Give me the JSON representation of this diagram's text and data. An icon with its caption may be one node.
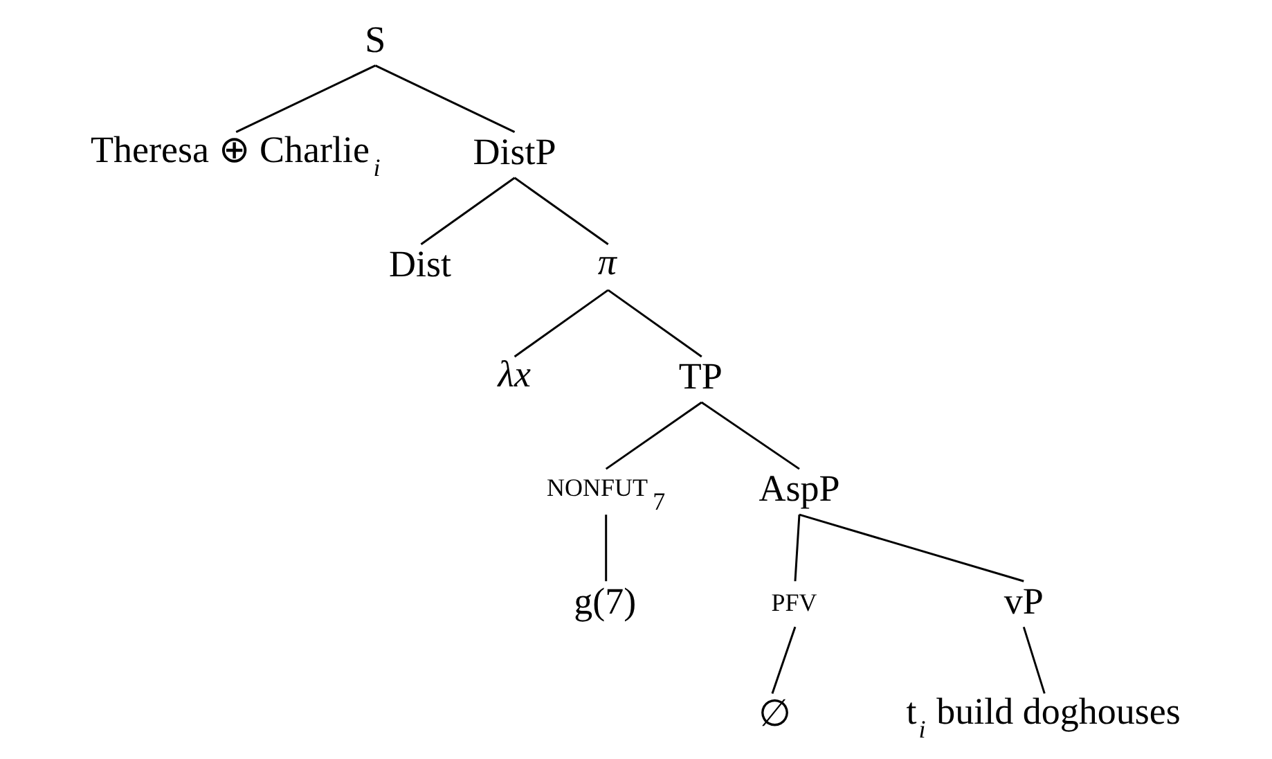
{
  "diagram": {
    "nodes": [
      {
        "text": [
          "S"
        ]
      },
      {
        "text": [
          "Theresa ⊕ Charlie$_{i}$"
        ]
      },
      {
        "text": [
          "DistP"
        ]
      },
      {
        "text": [
          "Dist"
        ]
      },
      {
        "text": [
          "π"
        ]
      },
      {
        "text": [
          "λx"
        ]
      },
      {
        "text": [
          "TP"
        ]
      },
      {
        "text": [
          "NONFUT$_{7}$"
        ]
      },
      {
        "text": [
          "g(7)"
        ]
      },
      {
        "text": [
          "AspP"
        ]
      },
      {
        "text": [
          "PFV"
        ]
      },
      {
        "text": [
          "∅"
        ]
      },
      {
        "text": [
          "vP"
        ]
      },
      {
        "text": [
          "t$_{i}$ build doghouses"
        ]
      }
    ],
    "edges": [
      {
        "from": 0,
        "to": 1,
        "arrow": "none"
      },
      {
        "from": 0,
        "to": 2,
        "arrow": "none"
      },
      {
        "from": 2,
        "to": 3,
        "arrow": "none"
      },
      {
        "from": 2,
        "to": 4,
        "arrow": "none"
      },
      {
        "from": 4,
        "to": 5,
        "arrow": "none"
      },
      {
        "from": 4,
        "to": 6,
        "arrow": "none"
      },
      {
        "from": 6,
        "to": 7,
        "arrow": "none"
      },
      {
        "from": 6,
        "to": 9,
        "arrow": "none"
      },
      {
        "from": 7,
        "to": 8,
        "arrow": "none"
      },
      {
        "from": 9,
        "to": 10,
        "arrow": "none"
      },
      {
        "from": 9,
        "to": 12,
        "arrow": "none"
      },
      {
        "from": 10,
        "to": 11,
        "arrow": "none"
      },
      {
        "from": 12,
        "to": 13,
        "arrow": "none"
      }
    ]
  }
}
